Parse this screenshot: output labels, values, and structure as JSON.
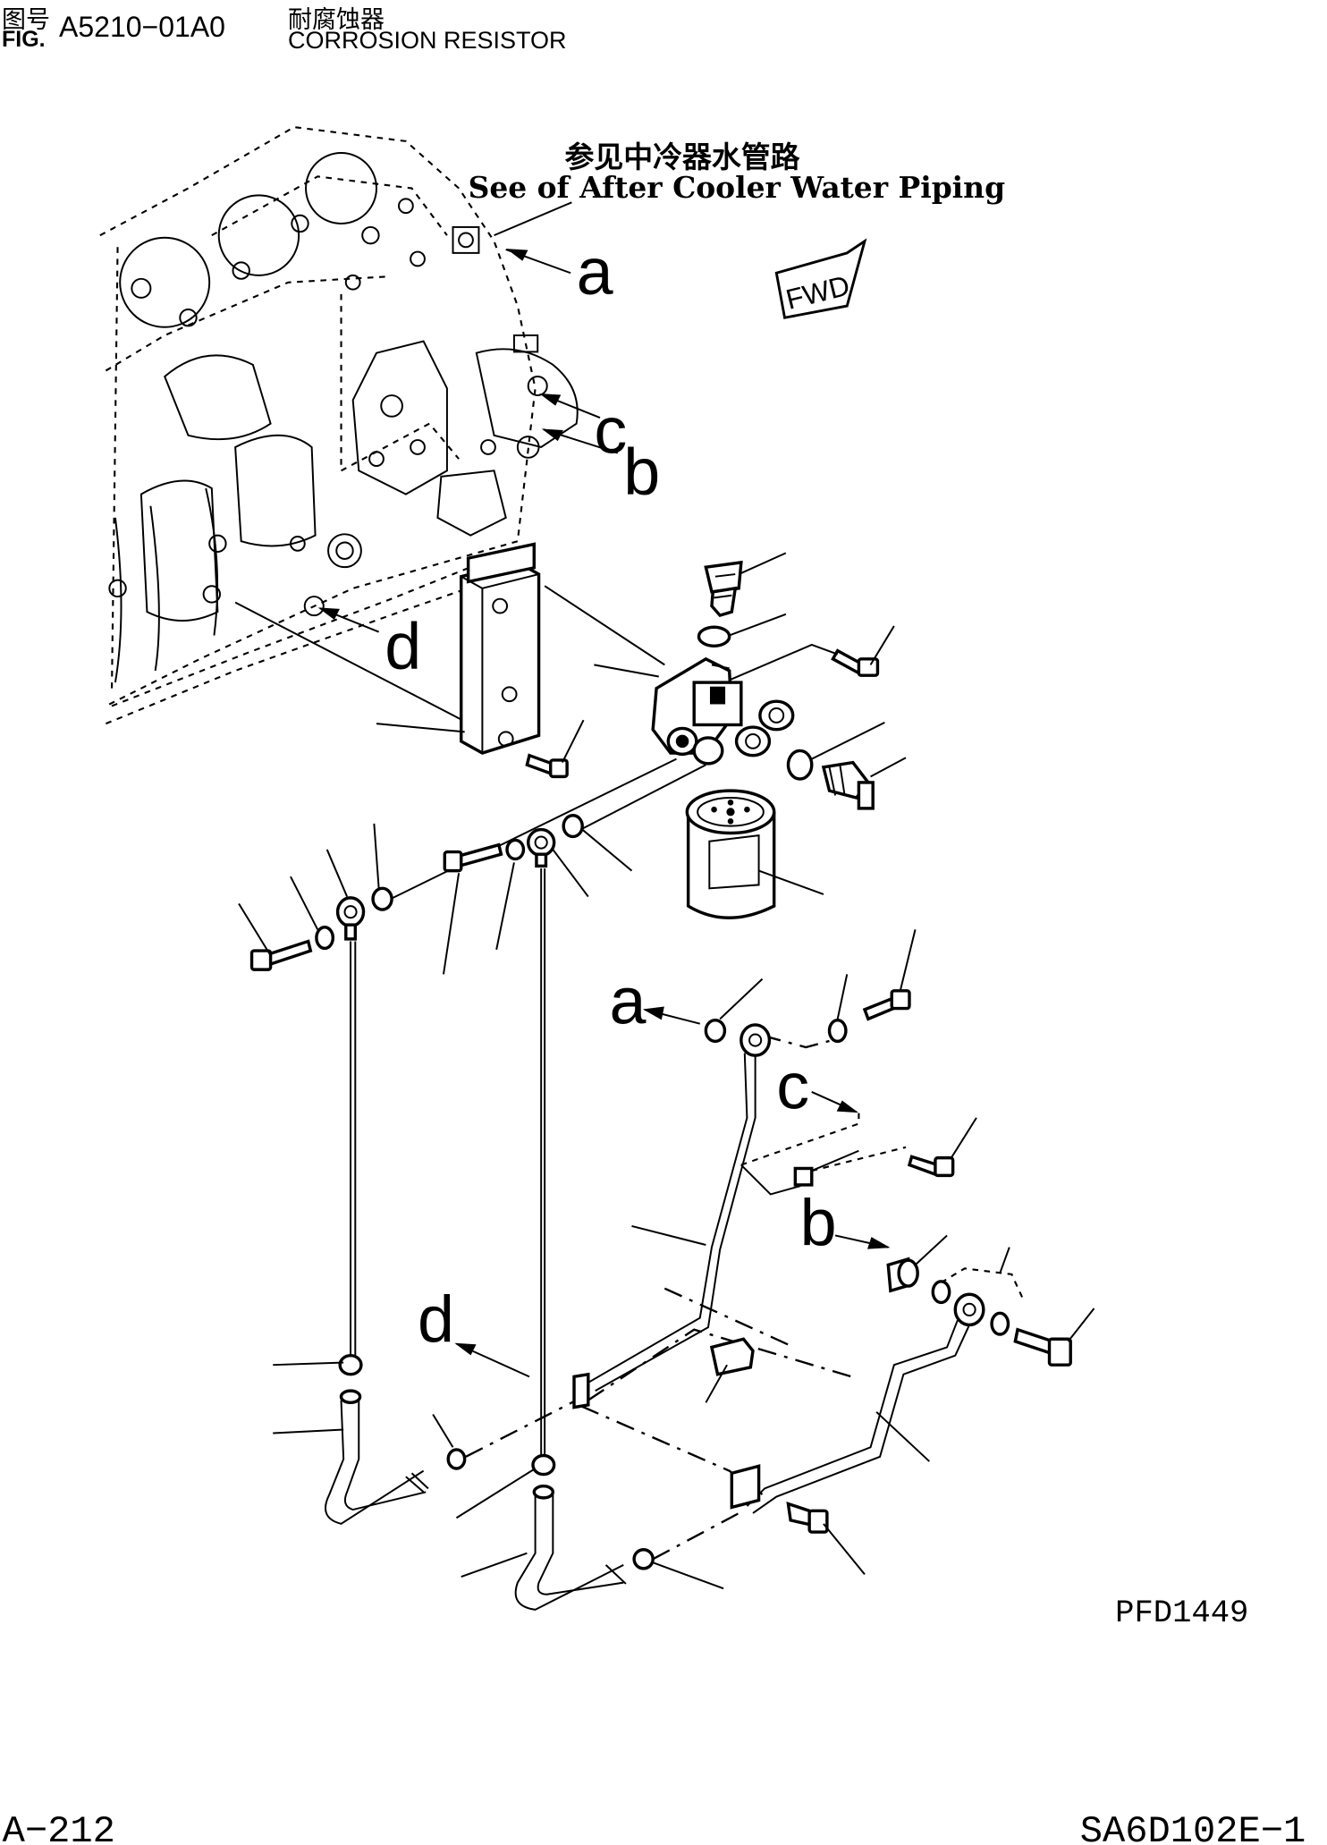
{
  "header": {
    "fig_cn": "图号",
    "fig_en": "FIG.",
    "fig_number": "A5210−01A0",
    "title_cn": "耐腐蚀器",
    "title_en": "CORROSION RESISTOR"
  },
  "note": {
    "cn": "参见中冷器水管路",
    "en": "See of After Cooler Water Piping"
  },
  "direction_tag": "FWD",
  "connection_labels": {
    "a_top": "a",
    "c_top": "c",
    "b_top": "b",
    "d_top": "d",
    "a_bottom": "a",
    "c_bottom": "c",
    "b_bottom": "b",
    "d_bottom": "d"
  },
  "drawing_code": "PFD1449",
  "footer": {
    "page": "A−212",
    "model": "SA6D102E−1"
  }
}
